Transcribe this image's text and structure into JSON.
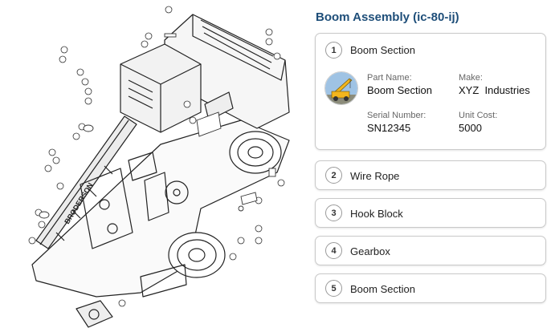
{
  "panel": {
    "title": "Boom Assembly (ic-80-ij)"
  },
  "parts": [
    {
      "number": "1",
      "name": "Boom Section",
      "expanded": true
    },
    {
      "number": "2",
      "name": "Wire Rope",
      "expanded": false
    },
    {
      "number": "3",
      "name": "Hook Block",
      "expanded": false
    },
    {
      "number": "4",
      "name": "Gearbox",
      "expanded": false
    },
    {
      "number": "5",
      "name": "Boom Section",
      "expanded": false
    }
  ],
  "detail": {
    "part_name_label": "Part Name:",
    "part_name_value": "Boom Section",
    "make_label": "Make:",
    "make_value": "XYZ  Industries",
    "serial_label": "Serial Number:",
    "serial_value": "SN12345",
    "cost_label": "Unit Cost:",
    "cost_value": "5000",
    "thumbnail_icon": "crane-truck-photo"
  },
  "diagram": {
    "brand_text": "BRODERSON"
  }
}
